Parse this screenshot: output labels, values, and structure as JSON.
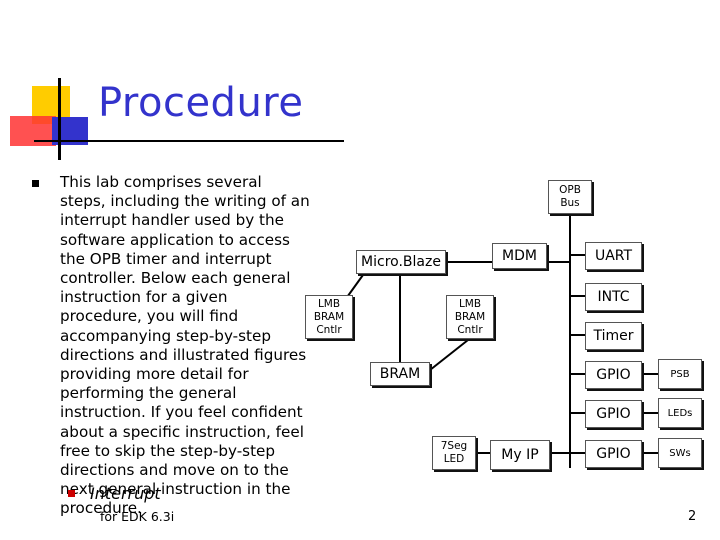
{
  "slide": {
    "title": "Procedure",
    "paragraph": "This lab comprises several steps, including the writing of an interrupt handler used by the software application to access the OPB timer and interrupt controller. Below each general instruction for a given procedure, you will find accompanying step-by-step directions and illustrated figures providing more detail for performing the general instruction. If you feel confident about a specific instruction, feel free to skip the step-by-step directions and move on to the next general instruction in the procedure.",
    "sub_bullet": "Interrupt",
    "footer": "for EDK 6.3i",
    "page_number": "2"
  },
  "diagram": {
    "opb_bus": "OPB Bus",
    "microblaze": "Micro.Blaze",
    "mdm": "MDM",
    "uart": "UART",
    "intc": "INTC",
    "lmb_bram_cntlr_left": "LMB BRAM Cntlr",
    "lmb_bram_cntlr_right": "LMB BRAM Cntlr",
    "timer": "Timer",
    "bram": "BRAM",
    "gpio_psb": "GPIO",
    "psb": "PSB",
    "gpio_leds": "GPIO",
    "leds": "LEDs",
    "seg7_led": "7Seg LED",
    "my_ip": "My IP",
    "gpio_sws": "GPIO",
    "sws": "SWs"
  },
  "colors": {
    "title": "#3333cc",
    "logo_yellow": "#ffcc00",
    "logo_red": "#ff3333",
    "logo_blue": "#3333cc",
    "bullet": "#cc0000"
  }
}
